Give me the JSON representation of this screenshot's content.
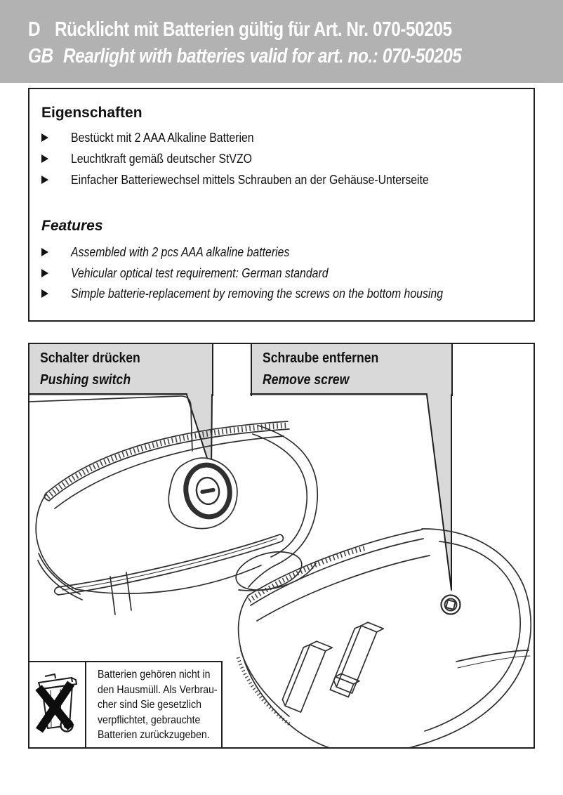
{
  "header": {
    "bg_color": "#b2b2b2",
    "line1": {
      "lang": "D",
      "text": "Rücklicht mit Batterien gültig für Art. Nr. 070-50205"
    },
    "line2": {
      "lang": "GB",
      "text": "Rearlight with batteries valid for art. no.: 070-50205"
    }
  },
  "features_box": {
    "de": {
      "heading": "Eigenschaften",
      "items": [
        "Bestückt mit 2 AAA Alkaline Batterien",
        "Leuchtkraft gemäß deutscher StVZO",
        "Einfacher Batteriewechsel mittels Schrauben an der Gehäuse-Unterseite"
      ]
    },
    "en": {
      "heading": "Features",
      "items": [
        "Assembled with 2 pcs AAA alkaline batteries",
        "Vehicular optical test requirement: German standard",
        "Simple batterie-replacement by removing the screws on the bottom housing"
      ]
    }
  },
  "diagram_box": {
    "callout_switch": {
      "de": "Schalter drücken",
      "en": "Pushing switch"
    },
    "callout_screw": {
      "de": "Schraube entfernen",
      "en": "Remove screw"
    },
    "disposal_note": {
      "lines": [
        "Batterien gehören nicht in",
        "den Hausmüll. Als Verbrau-",
        "cher sind Sie gesetzlich",
        "verpflichtet, gebrauchte",
        "Batterien zurückzugeben."
      ]
    },
    "icons": {
      "disposal": "crossed-out-wheelie-bin-icon",
      "drawing_left": "rearlight-top-view-drawing",
      "drawing_right": "rearlight-bottom-view-drawing"
    }
  },
  "colors": {
    "header_bg": "#b2b2b2",
    "callout_bg": "#d9d9d9",
    "border": "#1f1f1f",
    "line_art": "#2f2f2f",
    "text": "#111111",
    "header_text": "#ffffff"
  }
}
